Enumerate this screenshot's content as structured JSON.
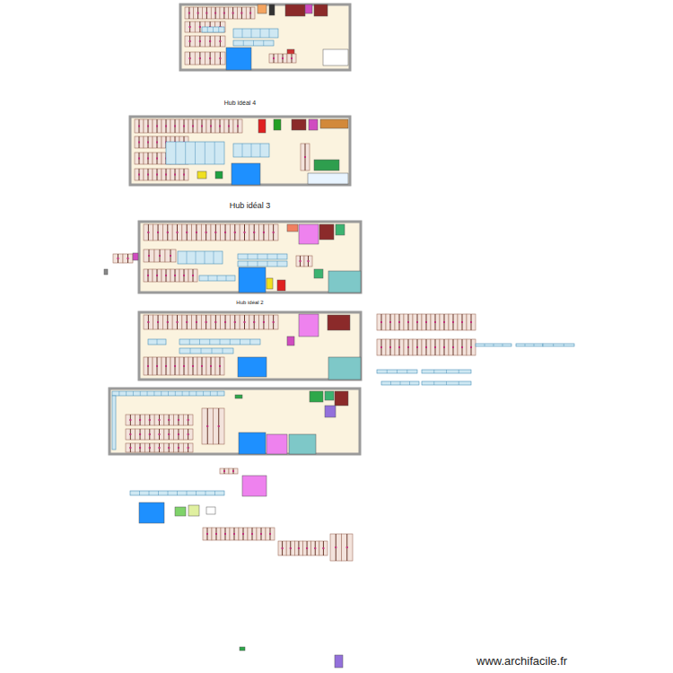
{
  "diagram": {
    "nodes": [
      {
        "text": [
          "Hub idéal 4"
        ]
      },
      {
        "text": [
          "Hub idéal 3"
        ]
      },
      {
        "text": [
          "Hub idéal 2"
        ]
      }
    ],
    "labels": [
      "www.archifacile.fr"
    ]
  }
}
